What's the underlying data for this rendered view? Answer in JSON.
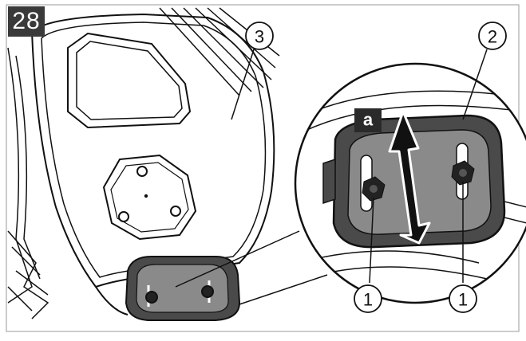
{
  "figure": {
    "step_number": "28",
    "callouts": {
      "fastener_left": "1",
      "fastener_right": "1",
      "plate": "2",
      "housing": "3",
      "adjust": "a"
    },
    "colors": {
      "line": "#111111",
      "plate_fill": "#8a8a8a",
      "plate_dark": "#4a4a4a",
      "badge": "#3a3a3a",
      "background": "#ffffff"
    },
    "icons": [
      "double-arrow-icon",
      "bolt-icon"
    ]
  }
}
